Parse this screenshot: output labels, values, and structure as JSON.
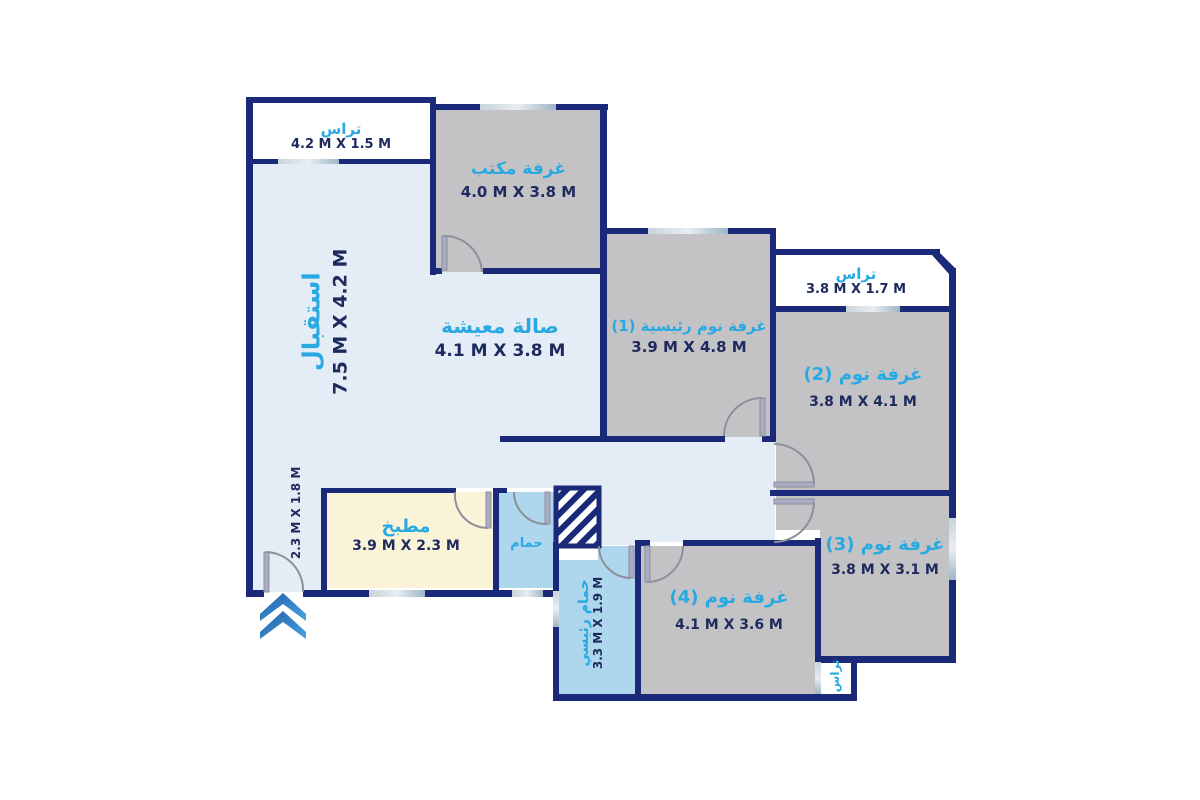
{
  "colors": {
    "wall": "#1b2a78",
    "room_gray": "#c3c3c5",
    "hall": "#e4ecf5",
    "kitchen": "#fbf3d8",
    "bath": "#aed7ee",
    "terrace": "#ffffff",
    "label_arabic": "#29a9e1",
    "label_dim": "#1e2a5e",
    "entry_arrow": "#2a86c8"
  },
  "rooms": {
    "terrace_top": {
      "name": "تراس",
      "size": "4.2 M X 1.5 M"
    },
    "office": {
      "name": "غرفة مكتب",
      "size": "4.0 M X 3.8 M"
    },
    "reception": {
      "name": "استقبال",
      "size": "7.5 M X 4.2 M"
    },
    "living": {
      "name": "صالة معيشة",
      "size": "4.1 M X 3.8 M"
    },
    "master_bedroom": {
      "name": "غرفة نوم رئيسية (1)",
      "size": "3.9 M X 4.8 M"
    },
    "terrace_right": {
      "name": "تراس",
      "size": "3.8 M X 1.7 M"
    },
    "bedroom2": {
      "name": "غرفة نوم (2)",
      "size": "3.8 M X 4.1 M"
    },
    "bedroom3": {
      "name": "غرفة نوم (3)",
      "size": "3.8 M X 3.1 M"
    },
    "bedroom4": {
      "name": "غرفة نوم (4)",
      "size": "4.1 M X 3.6 M"
    },
    "kitchen": {
      "name": "مطبخ",
      "size": "3.9 M X 2.3 M"
    },
    "bathroom": {
      "name": "حمام"
    },
    "master_bath": {
      "name": "حمام رئيسي",
      "size": "3.3 M X 1.9 M"
    },
    "entry_hall": {
      "size": "2.3 M X 1.8 M"
    },
    "terrace_small": {
      "name": "تراس"
    }
  },
  "entry": {
    "icon": "entry-arrow-icon"
  }
}
